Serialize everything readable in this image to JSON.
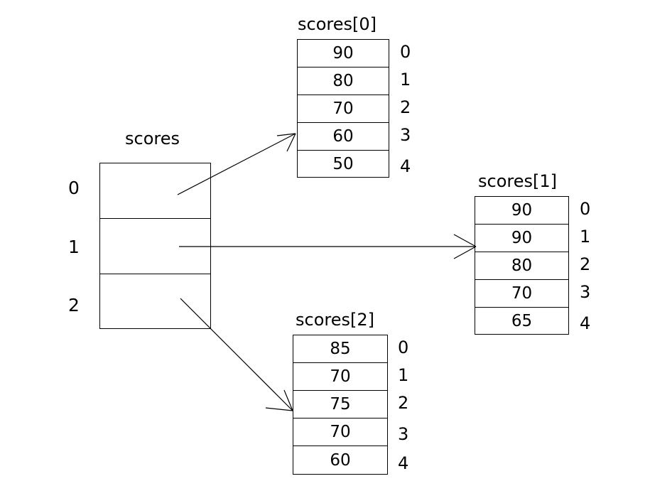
{
  "diagram": {
    "title_pointer_array": "scores",
    "pointer_array": {
      "name": "scores",
      "indices": [
        "0",
        "1",
        "2"
      ],
      "cells": [
        "",
        "",
        ""
      ]
    },
    "sub_arrays": [
      {
        "title": "scores[0]",
        "indices": [
          "0",
          "1",
          "2",
          "3",
          "4"
        ],
        "values": [
          "90",
          "80",
          "70",
          "60",
          "50"
        ]
      },
      {
        "title": "scores[1]",
        "indices": [
          "0",
          "1",
          "2",
          "3",
          "4"
        ],
        "values": [
          "90",
          "90",
          "80",
          "70",
          "65"
        ]
      },
      {
        "title": "scores[2]",
        "indices": [
          "0",
          "1",
          "2",
          "3",
          "4"
        ],
        "values": [
          "85",
          "70",
          "75",
          "70",
          "60"
        ]
      }
    ],
    "arrows": [
      {
        "name": "arrow-scores-0",
        "from": "scores[0] pointer cell",
        "to": "scores[0] array"
      },
      {
        "name": "arrow-scores-1",
        "from": "scores[1] pointer cell",
        "to": "scores[1] array"
      },
      {
        "name": "arrow-scores-2",
        "from": "scores[2] pointer cell",
        "to": "scores[2] array"
      }
    ],
    "colors": {
      "stroke": "#000000",
      "text": "#000000",
      "background": "#ffffff"
    }
  }
}
